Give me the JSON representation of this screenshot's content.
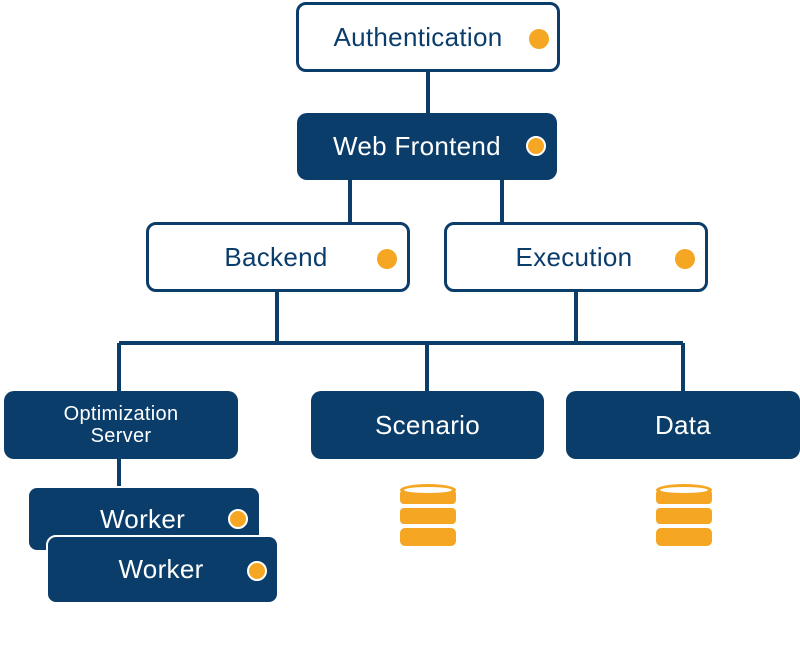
{
  "nodes": {
    "authentication": {
      "label": "Authentication"
    },
    "web_frontend": {
      "label": "Web Frontend"
    },
    "backend": {
      "label": "Backend"
    },
    "execution": {
      "label": "Execution"
    },
    "optimization_server": {
      "label": "Optimization\nServer"
    },
    "scenario": {
      "label": "Scenario"
    },
    "data": {
      "label": "Data"
    },
    "worker_back": {
      "label": "Worker"
    },
    "worker_front": {
      "label": "Worker"
    }
  },
  "colors": {
    "primary": "#0b3d6b",
    "accent": "#f5a623",
    "background": "#ffffff"
  },
  "icons": {
    "status": "status-dot-icon",
    "database": "database-icon"
  }
}
